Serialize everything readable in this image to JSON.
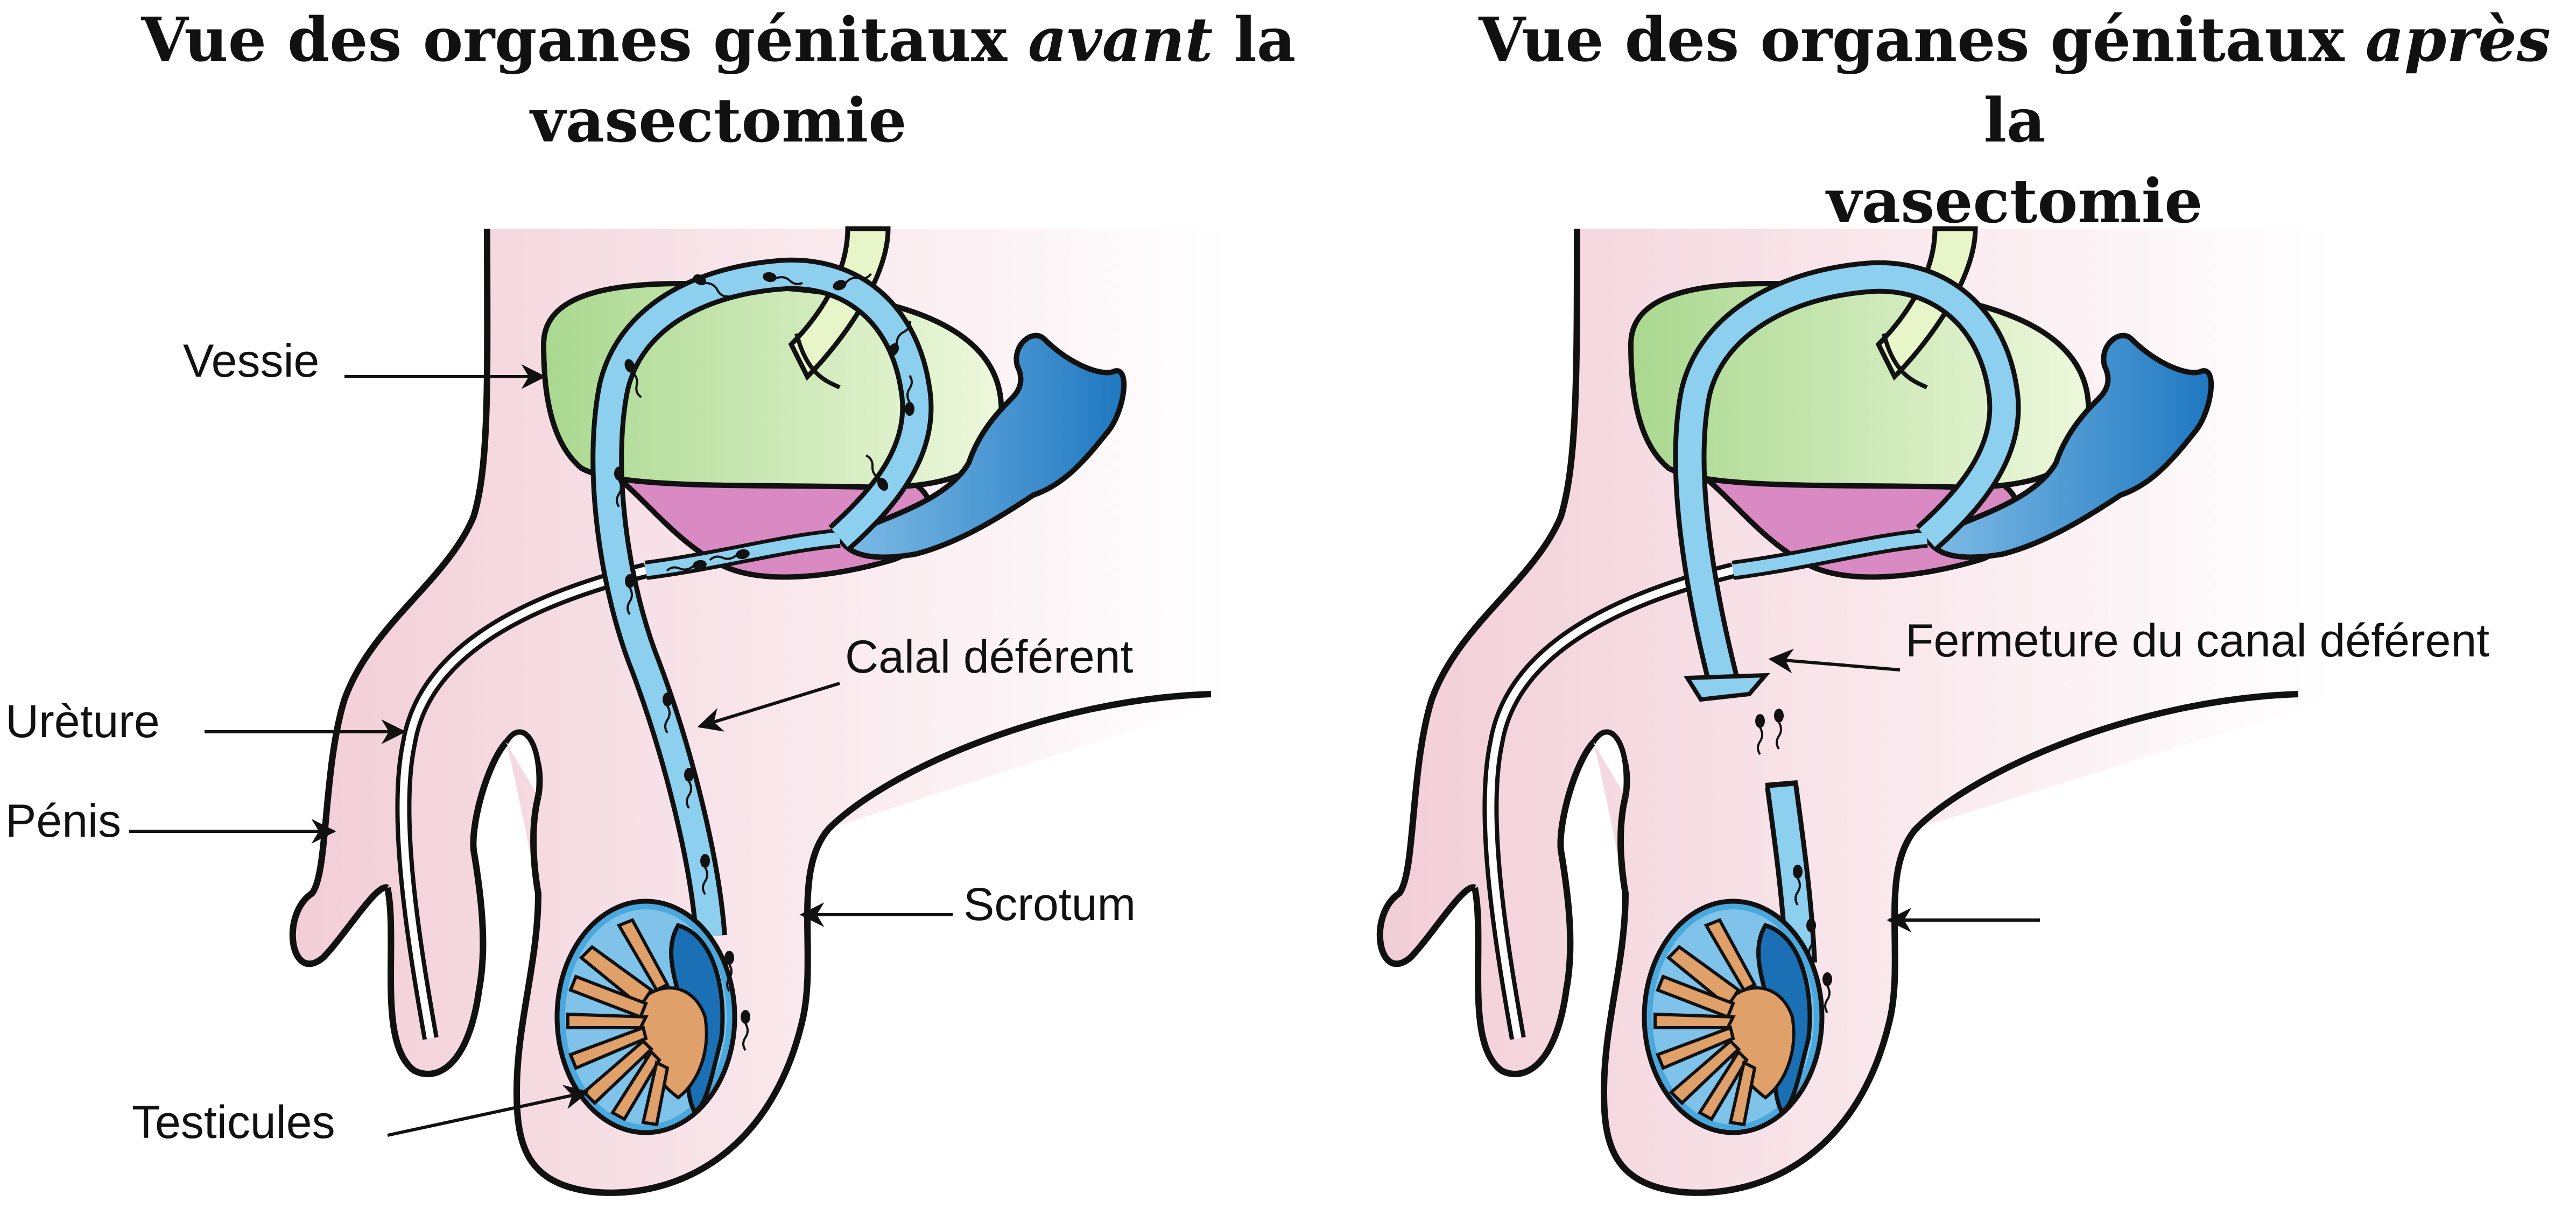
{
  "titles": {
    "left": {
      "before": "Vue des organes génitaux ",
      "emphasis": "avant",
      "after": " la",
      "line2": "vasectomie"
    },
    "right": {
      "before": "Vue des organes génitaux ",
      "emphasis": "après",
      "after": " la",
      "line2": "vasectomie"
    }
  },
  "labels": {
    "vessie": "Vessie",
    "creture": "Urèture",
    "penis": "Pénis",
    "canal": "Calal déférent",
    "scrotum": "Scrotum",
    "testicules": "Testicules",
    "fermeture": "Fermeture du canal déférent"
  },
  "colors": {
    "skin": "#f6dbe3",
    "bladder": "#bfe0a8",
    "seminal_vesicle": "#2f86c8",
    "duct": "#8ccfee",
    "prostate": "#d98ac2",
    "testis": "#4aa8dd",
    "tubules": "#e0a06a",
    "outline": "#111111"
  }
}
